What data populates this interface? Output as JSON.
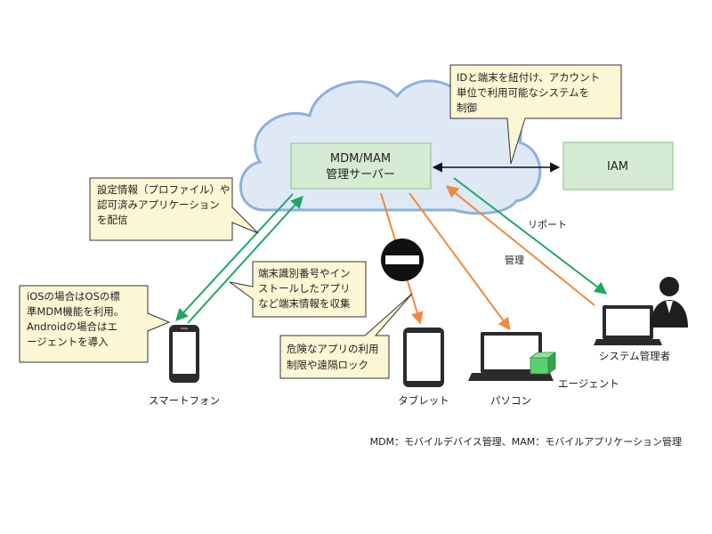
{
  "server": {
    "line1": "MDM/MAM",
    "line2": "管理サーバー"
  },
  "iam": {
    "label": "IAM"
  },
  "callouts": {
    "iam_note": [
      "IDと端末を紐付け、アカウント",
      "単位で利用可能なシステムを",
      "制御"
    ],
    "distribute": [
      "設定情報（プロファイル）や",
      "認可済みアプリケーション",
      "を配信"
    ],
    "collect": [
      "端末識別番号やイン",
      "ストールしたアプリ",
      "など端末情報を収集"
    ],
    "ios_note": [
      "iOSの場合はOSの標",
      "準MDM機能を利用。",
      "Androidの場合はエ",
      "ージェントを導入"
    ],
    "restrict": [
      "危険なアプリの利用",
      "制限や遠隔ロック"
    ]
  },
  "devices": {
    "smartphone": "スマートフォン",
    "tablet": "タブレット",
    "pc": "パソコン",
    "agent": "エージェント",
    "admin": "システム管理者"
  },
  "flows": {
    "report": "リポート",
    "manage": "管理"
  },
  "footnote": "MDM：モバイルデバイス管理、MAM：モバイルアプリケーション管理",
  "colors": {
    "cloud_fill": "#dfe9f6",
    "cloud_stroke": "#8fb0de",
    "box_fill": "#d6ebd3",
    "box_stroke": "#9cc59a",
    "note_fill": "#fdf6d4",
    "green_arrow": "#1fa765",
    "orange_arrow": "#ef8a3c"
  }
}
